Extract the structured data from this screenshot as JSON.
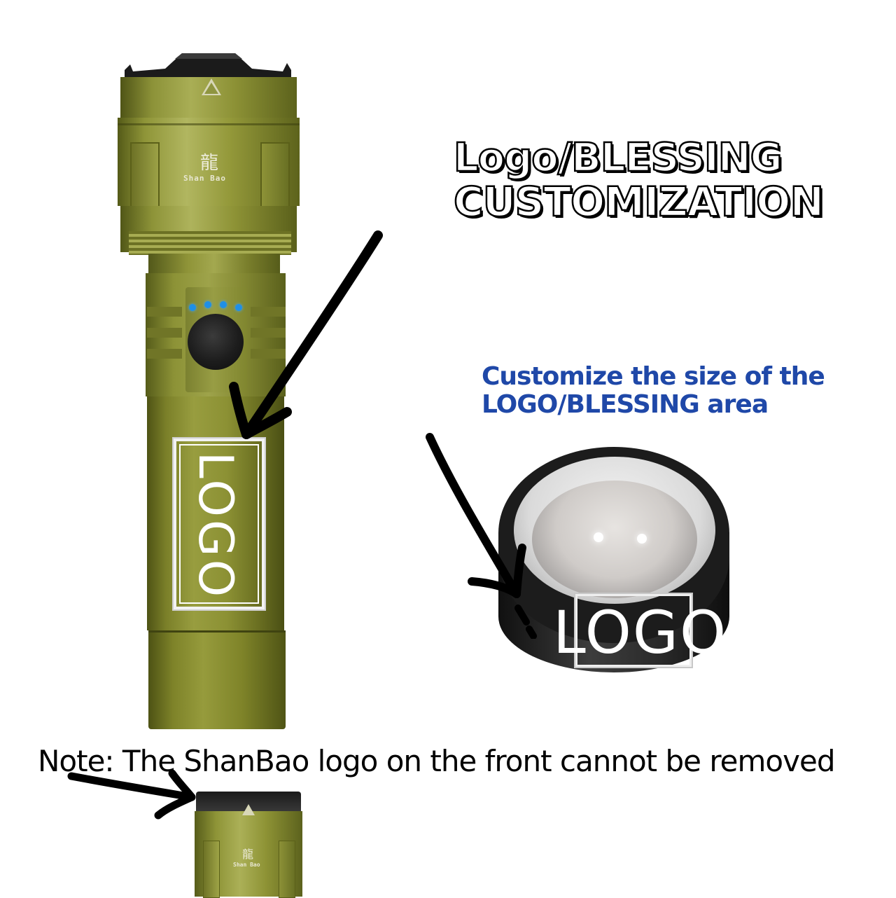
{
  "heading": {
    "line1": "Logo/BLESSING",
    "line2": "CUSTOMIZATION"
  },
  "subheading": {
    "line1": "Customize the size of the",
    "line2": "LOGO/BLESSING area",
    "color": "#1f48a8"
  },
  "flashlight": {
    "brand": "Shan Bao",
    "brand_icon": "dragon-icon",
    "warning_icon": "warning-triangle-icon",
    "body_color": "#8c9236",
    "indicator_leds": 4,
    "led_color": "#1f8fe6",
    "logo_placeholder": "LOGO"
  },
  "lens": {
    "logo_placeholder": "LOGO"
  },
  "note": {
    "text": "Note: The ShanBao logo on the front cannot be removed"
  },
  "small_flashlight": {
    "brand": "Shan Bao"
  },
  "icons": {
    "dragon": "龍",
    "arrow": "hand-drawn-arrow-icon"
  }
}
